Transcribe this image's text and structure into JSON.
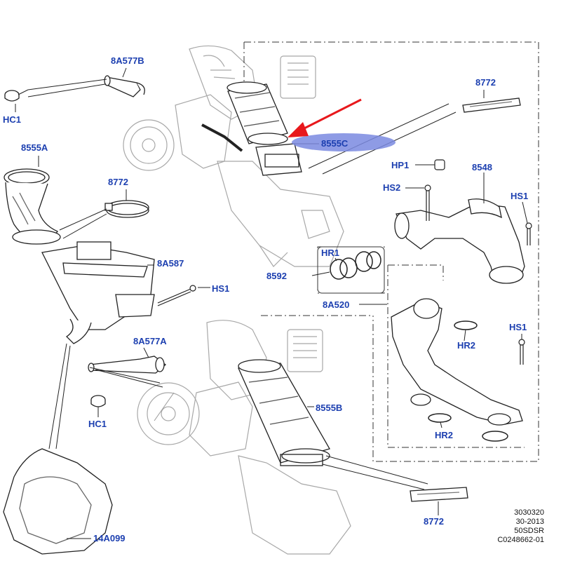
{
  "colors": {
    "label": "#1c3fb0",
    "highlight": "#6f7fdc",
    "arrow": "#e8181c",
    "line": "#222222",
    "ghost": "#9a9a9a"
  },
  "labels": {
    "p8A577B": "8A577B",
    "hc1_top": "HC1",
    "p8555A": "8555A",
    "p8772_left": "8772",
    "p8A587": "8A587",
    "hs1_mid": "HS1",
    "p8A577A": "8A577A",
    "hc1_bot": "HC1",
    "p14A099": "14A099",
    "p8555C": "8555C",
    "p8772_topright": "8772",
    "hp1": "HP1",
    "hs2": "HS2",
    "p8548": "8548",
    "hs1_right": "HS1",
    "hr1": "HR1",
    "p8592": "8592",
    "p8A520": "8A520",
    "hs1_lowright": "HS1",
    "hr2_upper": "HR2",
    "hr2_lower": "HR2",
    "p8555B": "8555B",
    "p8772_bottom": "8772"
  },
  "reference": [
    "3030320",
    "30-2013",
    "50SDSR",
    "C0248662-01"
  ]
}
